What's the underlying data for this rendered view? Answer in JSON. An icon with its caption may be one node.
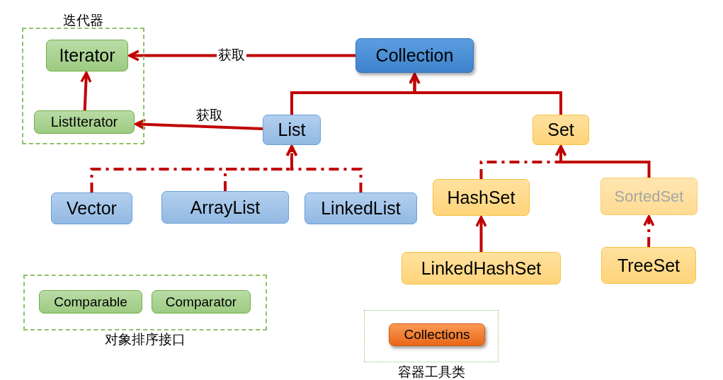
{
  "diagram": {
    "nodes": [
      {
        "text": [
          "迭代器"
        ]
      },
      {
        "text": [
          "Iterator"
        ],
        "in": 0
      },
      {
        "text": [
          "ListIterator"
        ],
        "in": 0
      },
      {
        "text": [
          "Collection"
        ]
      },
      {
        "text": [
          "List"
        ]
      },
      {
        "text": [
          "Set"
        ]
      },
      {
        "text": [
          "Vector"
        ]
      },
      {
        "text": [
          "ArrayList"
        ]
      },
      {
        "text": [
          "LinkedList"
        ]
      },
      {
        "text": [
          "HashSet"
        ]
      },
      {
        "text": [
          "SortedSet"
        ]
      },
      {
        "text": [
          "LinkedHashSet"
        ]
      },
      {
        "text": [
          "TreeSet"
        ]
      },
      {
        "text": [
          "对象排序接口"
        ]
      },
      {
        "text": [
          "Comparable"
        ],
        "in": 13
      },
      {
        "text": [
          "Comparator"
        ],
        "in": 13
      },
      {
        "text": [
          "容器工具类"
        ]
      },
      {
        "text": [
          "Collections"
        ],
        "in": 16
      }
    ],
    "edges": [
      {
        "from": 3,
        "to": 1,
        "arrow": "to",
        "label": "获取"
      },
      {
        "from": 4,
        "to": 2,
        "arrow": "to",
        "label": "获取"
      },
      {
        "from": 2,
        "to": 1,
        "arrow": "to"
      },
      {
        "from": 4,
        "to": 3,
        "arrow": "to"
      },
      {
        "from": 5,
        "to": 3,
        "arrow": "to"
      },
      {
        "from": 6,
        "to": 4,
        "arrow": "to",
        "style": "dashed"
      },
      {
        "from": 7,
        "to": 4,
        "arrow": "to",
        "style": "dashed"
      },
      {
        "from": 8,
        "to": 4,
        "arrow": "to",
        "style": "dashed"
      },
      {
        "from": 9,
        "to": 5,
        "arrow": "to",
        "style": "dashed"
      },
      {
        "from": 10,
        "to": 5,
        "arrow": "to"
      },
      {
        "from": 11,
        "to": 9,
        "arrow": "to"
      },
      {
        "from": 12,
        "to": 10,
        "arrow": "to",
        "style": "dashed"
      }
    ]
  }
}
